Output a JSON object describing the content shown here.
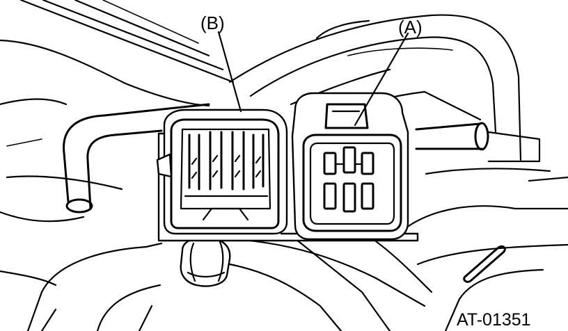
{
  "diagram": {
    "callouts": {
      "a": "(A)",
      "b": "(B)"
    },
    "figure_code": "AT-01351"
  },
  "colors": {
    "line": "#000000",
    "background": "#ffffff"
  }
}
